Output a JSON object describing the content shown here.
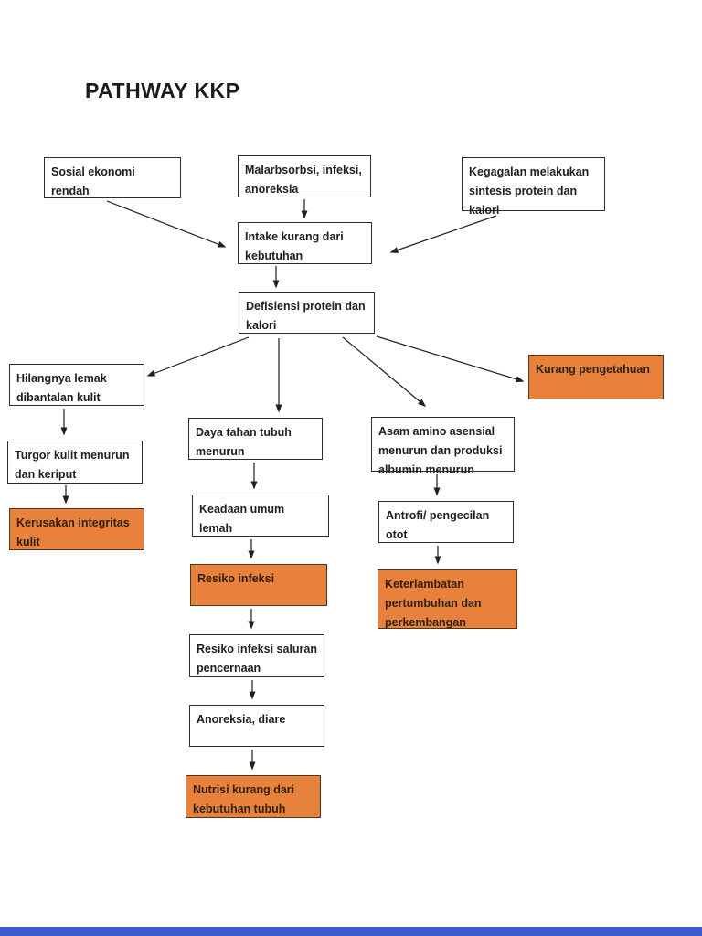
{
  "title": "PATHWAY KKP",
  "colors": {
    "background": "#ffffff",
    "box_fill": "#ffffff",
    "box_border": "#2e2e2e",
    "highlight_fill": "#e8813c",
    "highlight_border": "#4d3722",
    "text": "#1f1f1f",
    "highlight_text": "#33210e",
    "arrow": "#1f1f1f",
    "footer_bar": "#3b5ad0"
  },
  "nodes": [
    {
      "id": "sosial-ekonomi-rendah",
      "label": "Sosial ekonomi\nrendah",
      "type": "plain"
    },
    {
      "id": "malarbsorbsi-infeksi",
      "label": "Malarbsorbsi, infeksi,\nanoreksia",
      "type": "plain"
    },
    {
      "id": "kegagalan-sintesis",
      "label": "Kegagalan melakukan\nsintesis protein dan\nkalori",
      "type": "plain"
    },
    {
      "id": "intake-kurang",
      "label": "Intake kurang dari\nkebutuhan",
      "type": "plain"
    },
    {
      "id": "defisiensi-protein-kalori",
      "label": "Defisiensi protein dan\nkalori",
      "type": "plain"
    },
    {
      "id": "kurang-pengetahuan",
      "label": "Kurang pengetahuan",
      "type": "highlight"
    },
    {
      "id": "hilangnya-lemak",
      "label": "Hilangnya lemak\ndibantalan kulit",
      "type": "plain"
    },
    {
      "id": "turgor-kulit",
      "label": "Turgor kulit menurun\ndan keriput",
      "type": "plain"
    },
    {
      "id": "kerusakan-integritas-kulit",
      "label": "Kerusakan integritas\nkulit",
      "type": "highlight"
    },
    {
      "id": "daya-tahan-tubuh",
      "label": "Daya tahan tubuh\nmenurun",
      "type": "plain"
    },
    {
      "id": "keadaan-umum-lemah",
      "label": "Keadaan umum\nlemah",
      "type": "plain"
    },
    {
      "id": "resiko-infeksi",
      "label": "Resiko infeksi",
      "type": "highlight"
    },
    {
      "id": "resiko-infeksi-saluran",
      "label": "Resiko infeksi saluran\npencernaan",
      "type": "plain"
    },
    {
      "id": "anoreksia-diare",
      "label": "Anoreksia, diare",
      "type": "plain"
    },
    {
      "id": "nutrisi-kurang-tubuh",
      "label": "Nutrisi kurang dari\nkebutuhan tubuh",
      "type": "highlight"
    },
    {
      "id": "asam-amino-asensial",
      "label": "Asam amino asensial\nmenurun dan produksi\nalbumin menurun",
      "type": "plain"
    },
    {
      "id": "antrofi-pengecilan-otot",
      "label": "Antrofi/ pengecilan\notot",
      "type": "plain"
    },
    {
      "id": "keterlambatan-pertumbuhan",
      "label": "Keterlambatan\npertumbuhan dan\nperkembangan",
      "type": "highlight"
    }
  ],
  "edges": [
    {
      "from": "sosial-ekonomi-rendah",
      "to": "intake-kurang"
    },
    {
      "from": "malarbsorbsi-infeksi",
      "to": "intake-kurang"
    },
    {
      "from": "kegagalan-sintesis",
      "to": "intake-kurang"
    },
    {
      "from": "intake-kurang",
      "to": "defisiensi-protein-kalori"
    },
    {
      "from": "defisiensi-protein-kalori",
      "to": "hilangnya-lemak"
    },
    {
      "from": "defisiensi-protein-kalori",
      "to": "daya-tahan-tubuh"
    },
    {
      "from": "defisiensi-protein-kalori",
      "to": "asam-amino-asensial"
    },
    {
      "from": "defisiensi-protein-kalori",
      "to": "kurang-pengetahuan"
    },
    {
      "from": "hilangnya-lemak",
      "to": "turgor-kulit"
    },
    {
      "from": "turgor-kulit",
      "to": "kerusakan-integritas-kulit"
    },
    {
      "from": "daya-tahan-tubuh",
      "to": "keadaan-umum-lemah"
    },
    {
      "from": "keadaan-umum-lemah",
      "to": "resiko-infeksi"
    },
    {
      "from": "resiko-infeksi",
      "to": "resiko-infeksi-saluran"
    },
    {
      "from": "resiko-infeksi-saluran",
      "to": "anoreksia-diare"
    },
    {
      "from": "anoreksia-diare",
      "to": "nutrisi-kurang-tubuh"
    },
    {
      "from": "asam-amino-asensial",
      "to": "antrofi-pengecilan-otot"
    },
    {
      "from": "antrofi-pengecilan-otot",
      "to": "keterlambatan-pertumbuhan"
    }
  ]
}
